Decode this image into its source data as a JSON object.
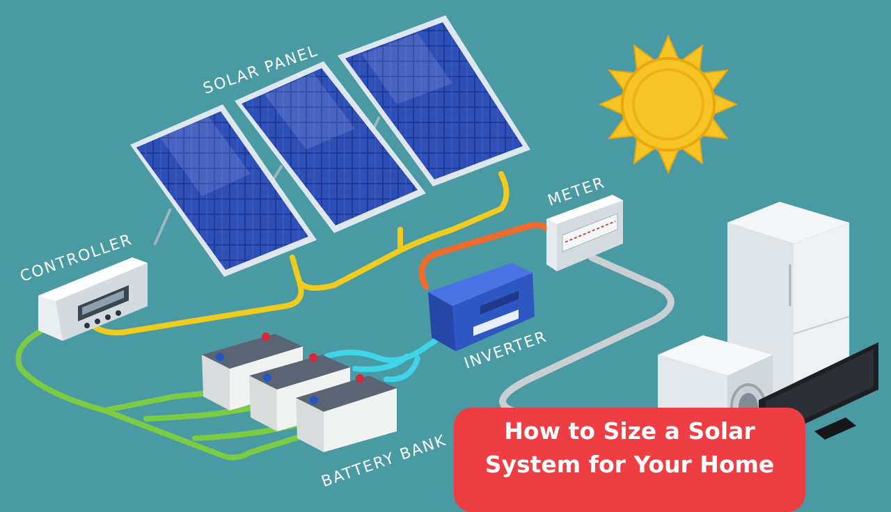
{
  "diagram": {
    "labels": {
      "solar_panel": "SOLAR PANEL",
      "controller": "CONTROLLER",
      "meter": "METER",
      "inverter": "INVERTER",
      "battery_bank": "BATTERY BANK"
    },
    "colors": {
      "background": "#4a9aa3",
      "panel_cable": "#f2cc1d",
      "battery_cable": "#7ccc43",
      "inverter_link": "#3fd4e8",
      "meter_cable": "#ef6a2b",
      "home_cable": "#c9cfd3",
      "banner": "#ef3e43",
      "sun": "#f6c425"
    },
    "icons": [
      "solar-panel",
      "sun",
      "controller",
      "meter",
      "inverter",
      "battery",
      "refrigerator",
      "washing-machine",
      "television"
    ]
  },
  "banner": {
    "line1": "How to Size a Solar",
    "line2": "System for Your Home"
  }
}
